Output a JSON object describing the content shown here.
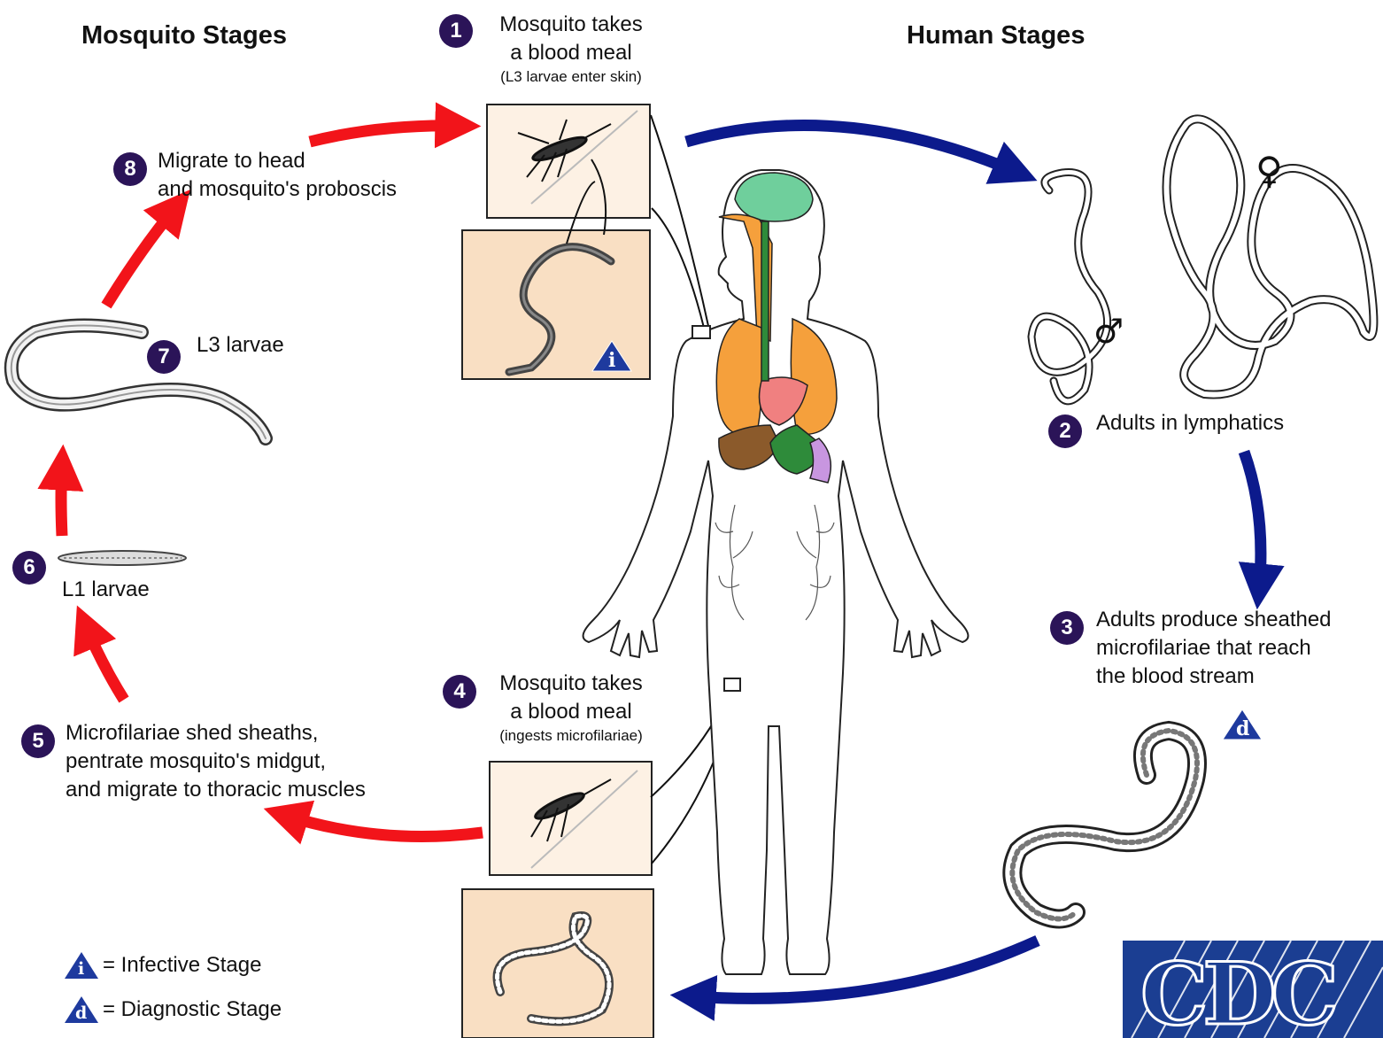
{
  "headings": {
    "mosquito": "Mosquito Stages",
    "human": "Human Stages"
  },
  "steps": [
    {
      "num": "1",
      "lines": [
        "Mosquito takes",
        "a blood meal"
      ],
      "sub": "(L3 larvae enter skin)"
    },
    {
      "num": "2",
      "lines": [
        "Adults in lymphatics"
      ]
    },
    {
      "num": "3",
      "lines": [
        "Adults produce sheathed",
        "microfilariae that reach",
        "the blood stream"
      ]
    },
    {
      "num": "4",
      "lines": [
        "Mosquito takes",
        "a blood meal"
      ],
      "sub": "(ingests microfilariae)"
    },
    {
      "num": "5",
      "lines": [
        "Microfilariae shed sheaths,",
        "pentrate mosquito's midgut,",
        "and migrate to thoracic muscles"
      ]
    },
    {
      "num": "6",
      "lines": [
        "L1 larvae"
      ]
    },
    {
      "num": "7",
      "lines": [
        "L3 larvae"
      ]
    },
    {
      "num": "8",
      "lines": [
        "Migrate to head",
        "and mosquito's proboscis"
      ]
    }
  ],
  "symbols": {
    "male": "♂",
    "female": "♀",
    "infective_letter": "i",
    "diagnostic_letter": "d"
  },
  "legend": {
    "infective": "= Infective Stage",
    "diagnostic": "= Diagnostic Stage"
  },
  "logo": "CDC",
  "colors": {
    "badge": "#2b1458",
    "red_arrow": "#f2141a",
    "blue_arrow": "#0c1a8c",
    "panel_peach": "#f9dfc3",
    "panel_light": "#fdf1e4",
    "triangle_blue": "#1e3a9e",
    "brain": "#6fcf9c",
    "lungs": "#f5a03c",
    "heart": "#f08080",
    "liver": "#8b5a2b",
    "stomach": "#2e8b3a",
    "spleen": "#c896e0",
    "cdc_blue": "#1b3e92"
  }
}
